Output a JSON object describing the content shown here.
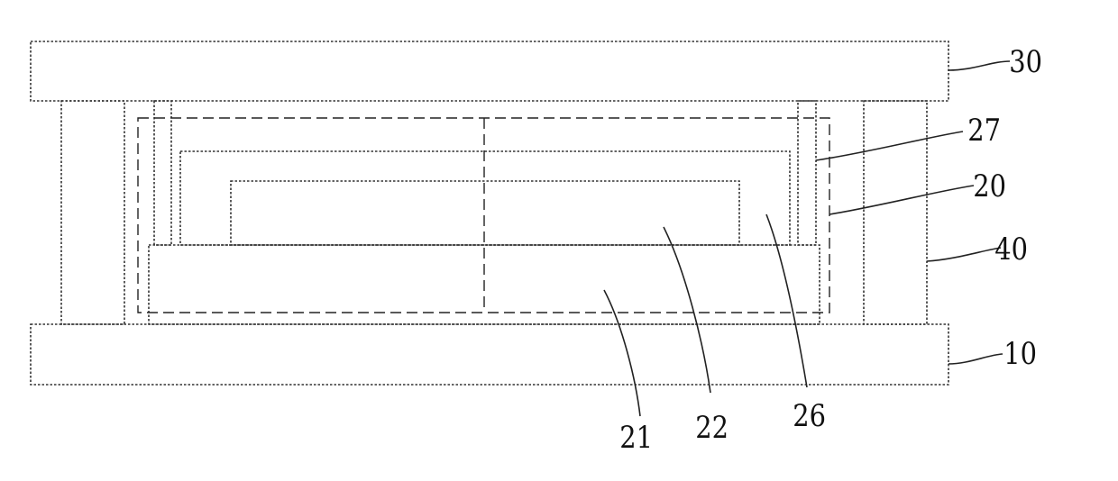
{
  "labels": {
    "ref_30": "30",
    "ref_27": "27",
    "ref_20": "20",
    "ref_40": "40",
    "ref_10": "10",
    "ref_21": "21",
    "ref_22": "22",
    "ref_26": "26"
  }
}
